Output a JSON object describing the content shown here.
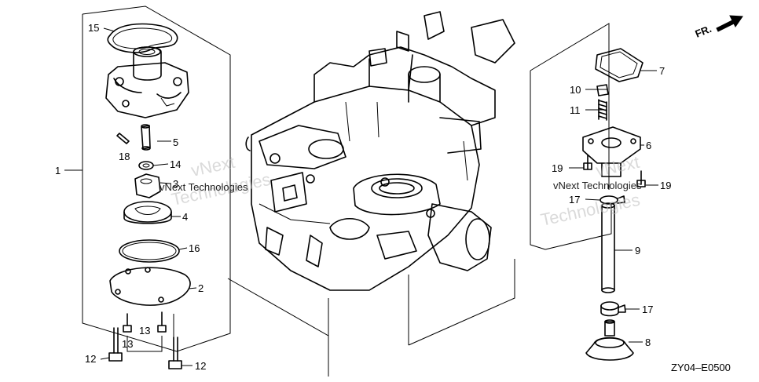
{
  "diagram": {
    "direction_marker": "FR.",
    "code": "ZY04–E0500",
    "callouts": {
      "c1": "1",
      "c2": "2",
      "c3": "3",
      "c4": "4",
      "c5": "5",
      "c6": "6",
      "c7": "7",
      "c8": "8",
      "c9": "9",
      "c10": "10",
      "c11": "11",
      "c12a": "12",
      "c12b": "12",
      "c13a": "13",
      "c13b": "13",
      "c14": "14",
      "c15": "15",
      "c16": "16",
      "c17a": "17",
      "c17b": "17",
      "c18": "18",
      "c19a": "19",
      "c19b": "19"
    },
    "watermark": {
      "line1": "vNext",
      "line2": "Technologies",
      "small": "vNext Technologies"
    }
  }
}
